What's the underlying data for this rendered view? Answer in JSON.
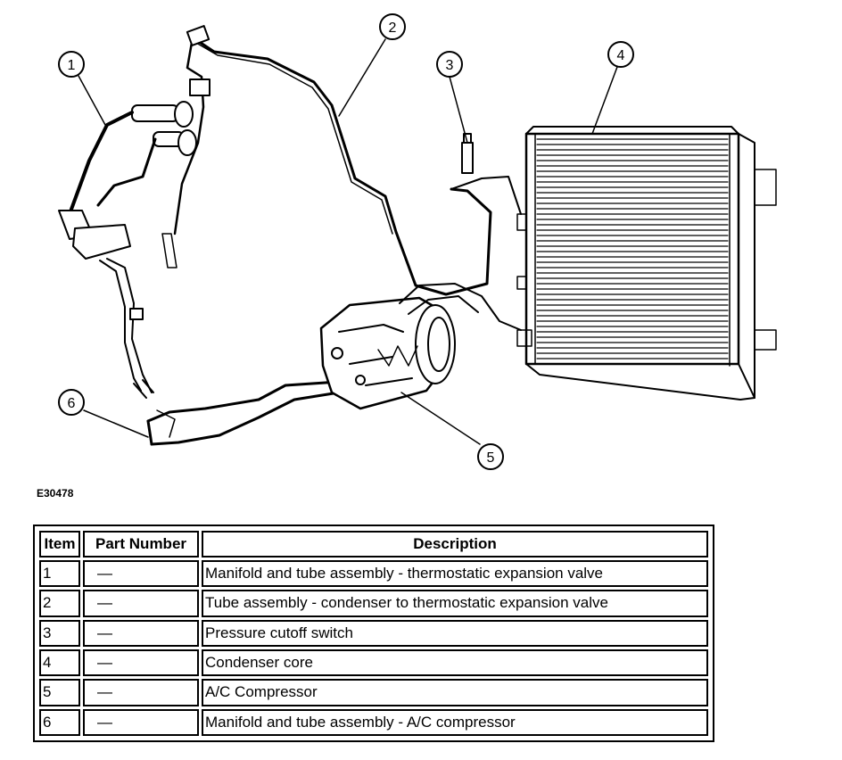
{
  "figure_code": "E30478",
  "callouts": [
    "1",
    "2",
    "3",
    "4",
    "5",
    "6"
  ],
  "table": {
    "headers": [
      "Item",
      "Part Number",
      "Description"
    ],
    "rows": [
      {
        "item": "1",
        "part": "—",
        "desc": "Manifold and tube assembly - thermostatic expansion valve"
      },
      {
        "item": "2",
        "part": "—",
        "desc": "Tube assembly - condenser to thermostatic expansion valve"
      },
      {
        "item": "3",
        "part": "—",
        "desc": "Pressure cutoff switch"
      },
      {
        "item": "4",
        "part": "—",
        "desc": "Condenser core"
      },
      {
        "item": "5",
        "part": "—",
        "desc": "A/C Compressor"
      },
      {
        "item": "6",
        "part": "—",
        "desc": "Manifold and tube assembly - A/C compressor"
      }
    ]
  }
}
